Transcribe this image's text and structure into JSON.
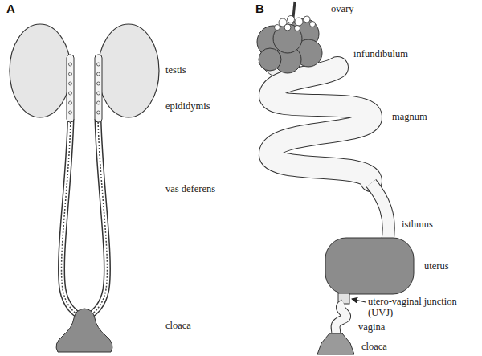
{
  "diagram": {
    "labels": [
      "A",
      "B",
      "testis",
      "epididymis",
      "vas deferens",
      "cloaca",
      "ovary",
      "infundibulum",
      "magnum",
      "isthmus",
      "uterus",
      "utero-vaginal junction (UVJ)",
      "vagina",
      "cloaca"
    ]
  }
}
